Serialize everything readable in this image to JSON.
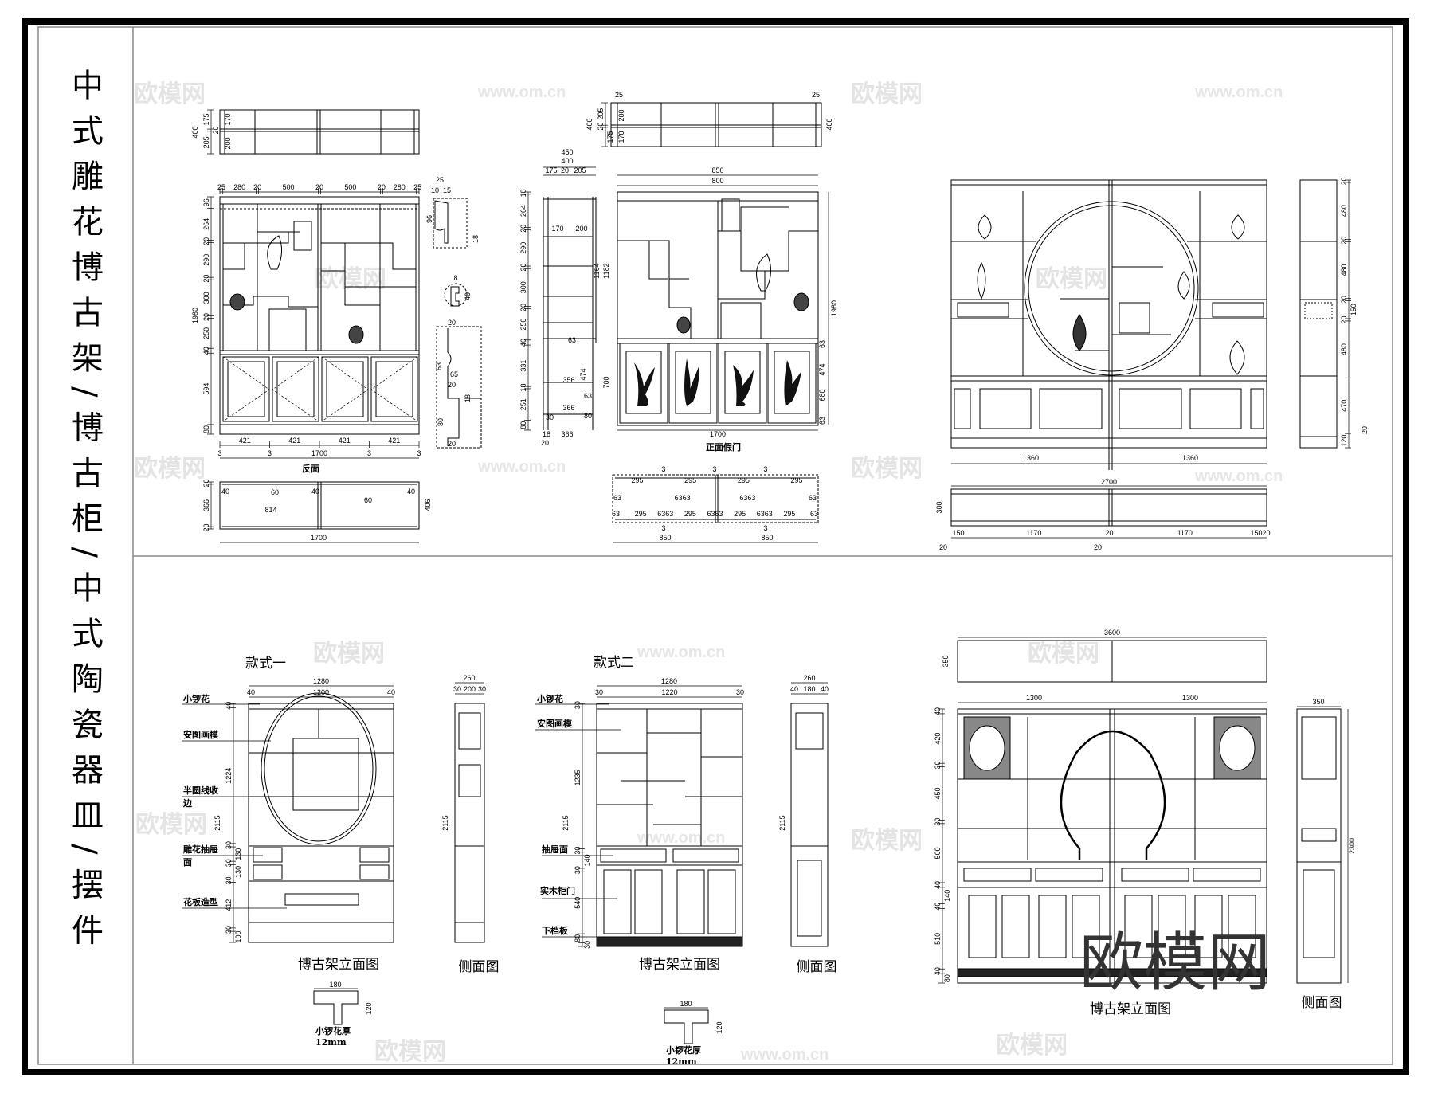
{
  "title": "中式雕花博古架/博古柜/中式陶瓷器皿/摆件",
  "watermark": {
    "brand": "欧模网",
    "url": "www.om.cn"
  },
  "rear": {
    "label": "反面",
    "top": [
      25,
      280,
      20,
      500,
      20,
      500,
      20,
      280,
      25
    ],
    "left": [
      96,
      264,
      20,
      290,
      20,
      300,
      20,
      250,
      40,
      594,
      80
    ],
    "total_h": "1980",
    "bottom": [
      421,
      421,
      421,
      421
    ],
    "bottom_row": [
      "3",
      "3",
      "1700",
      "3",
      "3"
    ],
    "plan_top": {
      "left": [
        175,
        20,
        205
      ],
      "total": "400",
      "inner": [
        "170",
        "200"
      ]
    },
    "plan_bottom": {
      "left": [
        20,
        366,
        20
      ],
      "right": "406",
      "w1": "814",
      "w2": "60",
      "w3": "60",
      "e1": "40",
      "e2": "40",
      "e3": "40",
      "total": "1700"
    },
    "profile": [
      "25",
      "10",
      "15",
      "96",
      "18",
      "8",
      "40",
      "20",
      "63",
      "65",
      "20",
      "18",
      "80",
      "20"
    ]
  },
  "front": {
    "label": "正面假门",
    "plan_top": {
      "left": [
        205,
        20,
        175
      ],
      "total": "400",
      "right": "400",
      "inner": [
        "200",
        "170"
      ],
      "ends": [
        "25",
        "25"
      ]
    },
    "side_top": [
      "450",
      "400",
      "175",
      "20",
      "205"
    ],
    "side_left": [
      18,
      264,
      20,
      290,
      20,
      300,
      20,
      250,
      40,
      331,
      18,
      251,
      80
    ],
    "side_inner": [
      "170",
      "200",
      "356",
      "366",
      "474",
      "63",
      "63",
      "80",
      "30"
    ],
    "side_right": [
      "1164",
      "1182",
      "700"
    ],
    "side_bottom": [
      "18",
      "366",
      "20"
    ],
    "top": [
      "850",
      "800"
    ],
    "total_h": "1980",
    "cab_right": [
      "63",
      "474",
      "680",
      "63"
    ],
    "width": "1700",
    "plan": {
      "threes_top": [
        "3",
        "3",
        "3"
      ],
      "row1": [
        "295",
        "295",
        "295",
        "295"
      ],
      "row2": [
        "63",
        "6363",
        "6363",
        "63"
      ],
      "row3": [
        "63",
        "295",
        "6363",
        "295",
        "6363",
        "295",
        "6363",
        "295",
        "63"
      ],
      "threes_bottom": [
        "3",
        "3"
      ],
      "halves": [
        "850",
        "850"
      ]
    }
  },
  "round": {
    "widths": [
      "1360",
      "1360"
    ],
    "side_right": [
      20,
      480,
      20,
      480,
      20,
      150,
      20,
      480,
      470,
      120
    ],
    "side_extra": "20",
    "plan": {
      "total": "2700",
      "depth": "300",
      "row": [
        "150",
        "1170",
        "20",
        "1170",
        "15020"
      ],
      "leaders": [
        "20",
        "20"
      ]
    }
  },
  "style1": {
    "label": "款式一",
    "top_total": "1280",
    "top_row": [
      "40",
      "1200",
      "40"
    ],
    "left": [
      40,
      1224,
      30,
      130,
      30,
      130,
      30,
      412,
      30,
      100
    ],
    "total_h": "2115",
    "callouts": [
      "小锣花",
      "安图画模",
      "半圆线收",
      "边",
      "雕花抽屉",
      "面",
      "花板造型"
    ],
    "side": {
      "total": "260",
      "row": [
        "30",
        "200",
        "30"
      ],
      "height": "2115"
    },
    "caption": "博古架立面图",
    "side_caption": "侧面图",
    "detail": {
      "w": "180",
      "h": "120",
      "note": "小锣花厚",
      "thk": "12mm"
    }
  },
  "style2": {
    "label": "款式二",
    "top_total": "1280",
    "top_row": [
      "30",
      "1220",
      "30"
    ],
    "left": [
      30,
      1235,
      30,
      140,
      30,
      540,
      80,
      30
    ],
    "total_h": "2115",
    "callouts": [
      "小锣花",
      "安图画模",
      "抽屉面",
      "实木柜门",
      "下档板"
    ],
    "side": {
      "total": "260",
      "row": [
        "40",
        "180",
        "40"
      ],
      "height": "2115"
    },
    "caption": "博古架立面图",
    "side_caption": "侧面图",
    "detail": {
      "w": "180",
      "h": "120",
      "note": "小锣花厚",
      "thk": "12mm"
    }
  },
  "large": {
    "plan_total": "3600",
    "plan_depth": "350",
    "widths": [
      "1300",
      "1300"
    ],
    "left": [
      40,
      420,
      30,
      450,
      30,
      500,
      40,
      140,
      40,
      510,
      40,
      80
    ],
    "side": {
      "depth": "350",
      "height": "2300"
    },
    "caption": "博古架立面图",
    "side_caption": "侧面图"
  }
}
